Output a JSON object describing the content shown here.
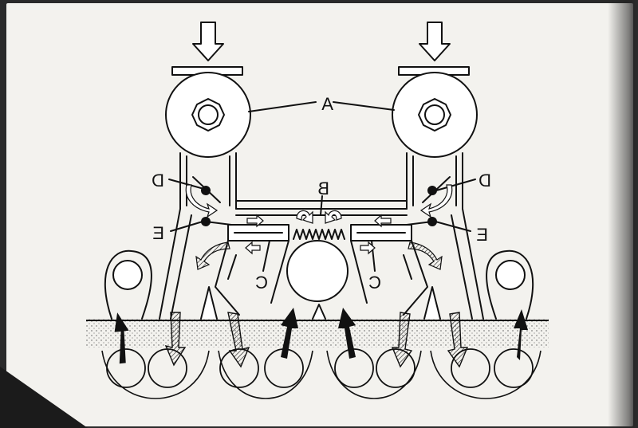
{
  "labels": {
    "a": "A",
    "b": "B",
    "c_left": "C",
    "c_right": "C",
    "d_left": "D",
    "d_right": "D",
    "e_left": "E",
    "e_right": "E"
  },
  "colors": {
    "paper": "#f3f2ee",
    "ink": "#111111",
    "ground": "#8a8a8a"
  }
}
